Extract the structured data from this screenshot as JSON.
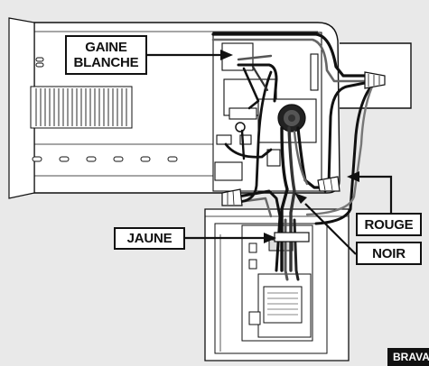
{
  "labels": {
    "gaine_blanche": [
      "GAINE",
      "BLANCHE"
    ],
    "jaune": "JAUNE",
    "rouge": "ROUGE",
    "noir": "NOIR"
  },
  "brand": "BRAVA",
  "colors": {
    "background": "#e9e9e9",
    "housing_fill": "#ffffff",
    "line": "#111111",
    "wire_dark": "#1a1a1a",
    "wire_mid": "#555555",
    "label_fill": "#ffffff",
    "brand_fill": "#111111"
  },
  "icons": [
    "arrow-icon",
    "wire-nut-icon",
    "grommet-icon",
    "transformer-icon"
  ]
}
